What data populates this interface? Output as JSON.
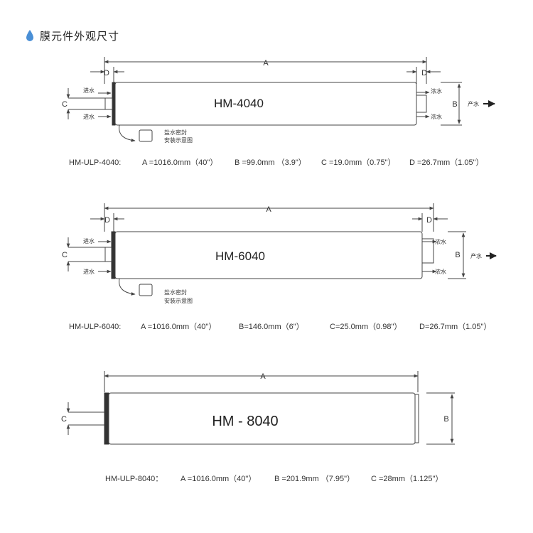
{
  "header": {
    "title": "膜元件外观尺寸",
    "icon": "water-drop-icon",
    "icon_color": "#4a8fd6"
  },
  "labels": {
    "dim_a": "A",
    "dim_b": "B",
    "dim_c": "C",
    "dim_d": "D",
    "inlet": "进水",
    "concentrate": "浓水",
    "product": "产水",
    "seal_line1": "盐水密封",
    "seal_line2": "安装示意图"
  },
  "elements": [
    {
      "model": "HM-4040",
      "spec": {
        "name": "HM-ULP-4040:",
        "a": "A =1016.0mm（40\"）",
        "b": "B =99.0mm （3.9\"）",
        "c": "C =19.0mm（0.75\"）",
        "d": "D =26.7mm（1.05\"）"
      }
    },
    {
      "model": "HM-6040",
      "spec": {
        "name": "HM-ULP-6040:",
        "a": "A =1016.0mm（40\"）",
        "b": "B=146.0mm（6\"）",
        "c": "C=25.0mm（0.98\"）",
        "d": "D=26.7mm（1.05\"）"
      }
    },
    {
      "model": "HM - 8040",
      "spec": {
        "name": "HM-ULP-8040：",
        "a": "A =1016.0mm（40\"）",
        "b": "B =201.9mm （7.95\"）",
        "c": "C =28mm（1.125\"）"
      }
    }
  ]
}
